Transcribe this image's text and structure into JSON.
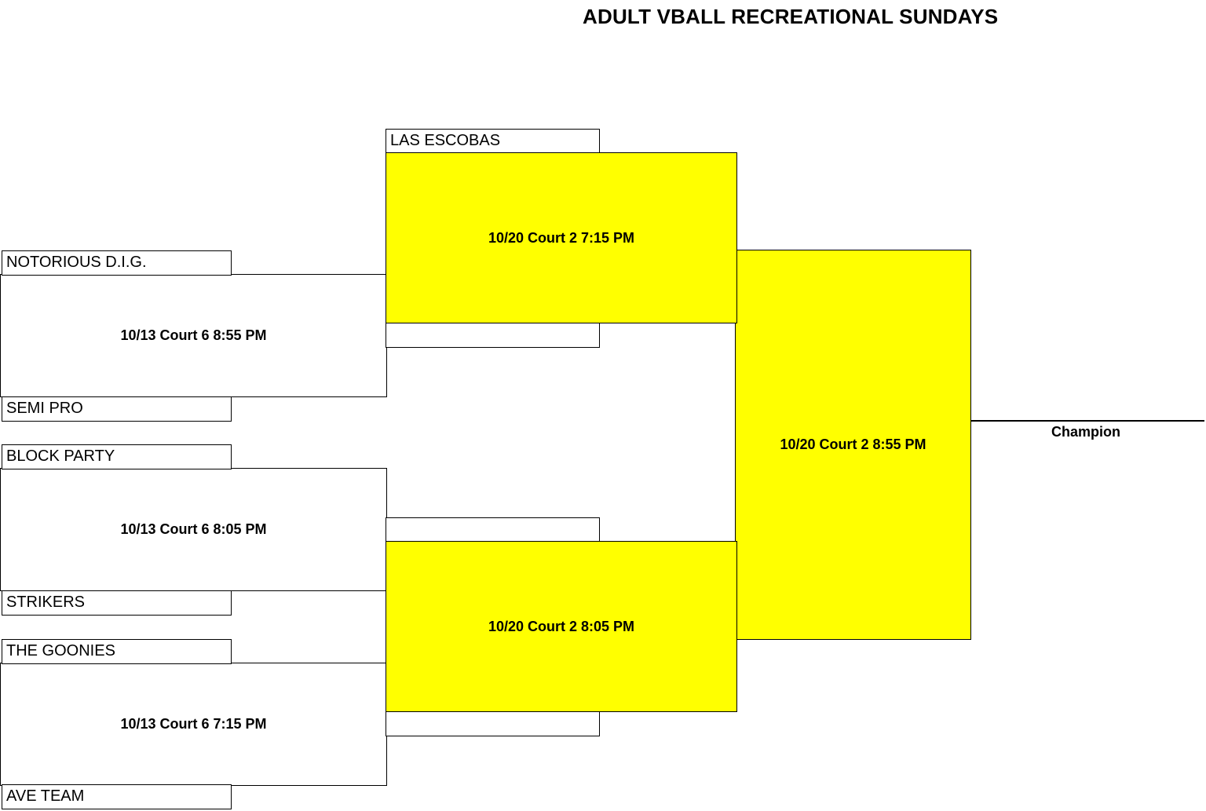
{
  "title": "ADULT VBALL RECREATIONAL SUNDAYS",
  "colors": {
    "highlight": "#ffff00",
    "line": "#000000"
  },
  "round1": [
    {
      "top_team": "NOTORIOUS D.I.G.",
      "bottom_team": "SEMI PRO",
      "game": "10/13 Court 6 8:55 PM"
    },
    {
      "top_team": "BLOCK PARTY",
      "bottom_team": "STRIKERS",
      "game": "10/13 Court 6 8:05 PM"
    },
    {
      "top_team": "THE GOONIES",
      "bottom_team": "AVE TEAM",
      "game": "10/13 Court 6 7:15 PM"
    }
  ],
  "round2": [
    {
      "top_team": "LAS ESCOBAS",
      "bottom_team": "",
      "game": "10/20 Court 2 7:15 PM"
    },
    {
      "top_team": "",
      "bottom_team": "",
      "game": "10/20 Court 2 8:05 PM"
    }
  ],
  "final": {
    "game": "10/20 Court 2 8:55 PM",
    "champion_label": "Champion"
  }
}
